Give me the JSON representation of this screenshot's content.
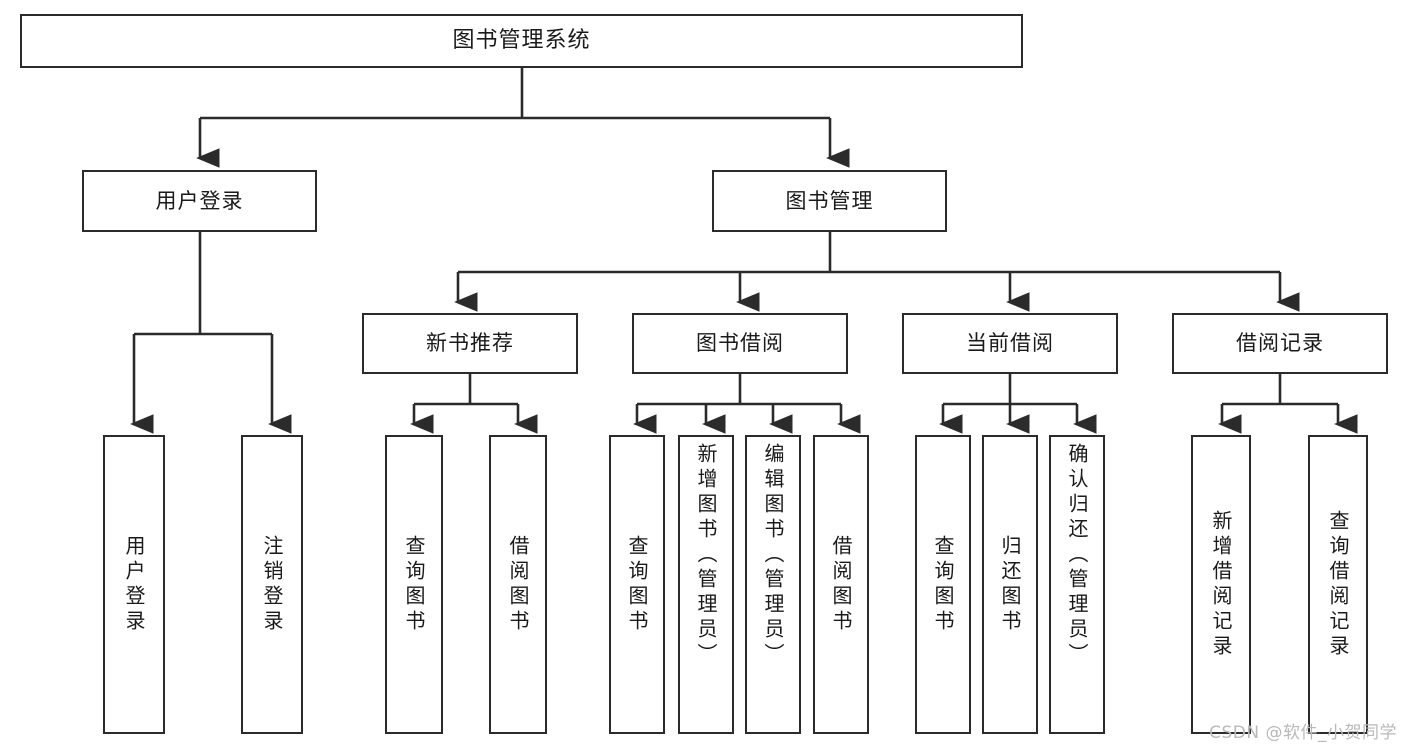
{
  "diagram": {
    "type": "tree-hierarchy-chart",
    "title": "图书管理系统",
    "levels": 4,
    "colors": {
      "stroke": "#2b2b2b",
      "fill": "#ffffff",
      "text": "#1a1a1a",
      "watermark": "#b9b9b9"
    },
    "nodes": {
      "root": {
        "label": "图书管理系统"
      },
      "level2": [
        {
          "id": "user-login",
          "label": "用户登录"
        },
        {
          "id": "book-management",
          "label": "图书管理"
        }
      ],
      "level3": [
        {
          "id": "new-book-recommend",
          "label": "新书推荐"
        },
        {
          "id": "book-borrow",
          "label": "图书借阅"
        },
        {
          "id": "current-borrow",
          "label": "当前借阅"
        },
        {
          "id": "borrow-record",
          "label": "借阅记录"
        }
      ],
      "leaves": {
        "user_login": [
          {
            "id": "leaf-user-login",
            "label": "用户登录"
          },
          {
            "id": "leaf-logout-login",
            "label": "注销登录"
          }
        ],
        "new_book_recommend": [
          {
            "id": "leaf-query-book-1",
            "label": "查询图书"
          },
          {
            "id": "leaf-borrow-book-1",
            "label": "借阅图书"
          }
        ],
        "book_borrow": [
          {
            "id": "leaf-query-book-2",
            "label": "查询图书"
          },
          {
            "id": "leaf-add-book",
            "label": "新增图书（管理员）"
          },
          {
            "id": "leaf-edit-book",
            "label": "编辑图书（管理员）"
          },
          {
            "id": "leaf-borrow-book-2",
            "label": "借阅图书"
          }
        ],
        "current_borrow": [
          {
            "id": "leaf-query-book-3",
            "label": "查询图书"
          },
          {
            "id": "leaf-return-book",
            "label": "归还图书"
          },
          {
            "id": "leaf-confirm-return",
            "label": "确认归还（管理员）"
          }
        ],
        "borrow_record": [
          {
            "id": "leaf-add-record",
            "label": "新增借阅记录"
          },
          {
            "id": "leaf-query-record",
            "label": "查询借阅记录"
          }
        ]
      }
    }
  },
  "watermark": {
    "text": "CSDN @软件_小贺同学"
  }
}
